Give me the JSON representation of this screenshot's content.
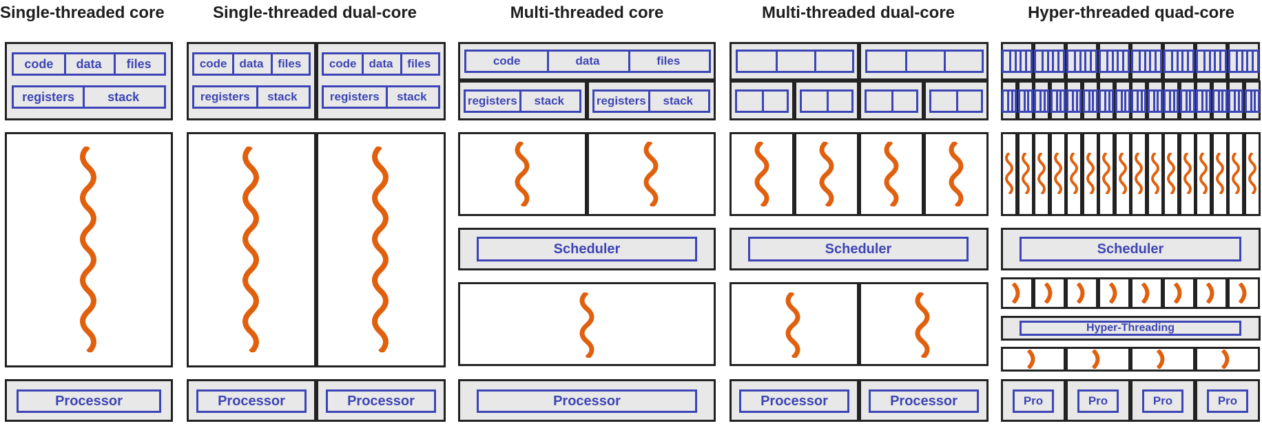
{
  "columns": [
    {
      "title": "Single-threaded core"
    },
    {
      "title": "Single-threaded dual-core"
    },
    {
      "title": "Multi-threaded core"
    },
    {
      "title": "Multi-threaded dual-core"
    },
    {
      "title": "Hyper-threaded quad-core"
    }
  ],
  "labels": {
    "code": "code",
    "data": "data",
    "files": "files",
    "registers": "registers",
    "stack": "stack",
    "scheduler": "Scheduler",
    "processor": "Processor",
    "processor_short": "Pro",
    "hyper_threading": "Hyper-Threading"
  },
  "colors": {
    "thread": "#e0600e",
    "label": "#3c45b5",
    "panel": "#e8e8e8",
    "border": "#222222"
  }
}
